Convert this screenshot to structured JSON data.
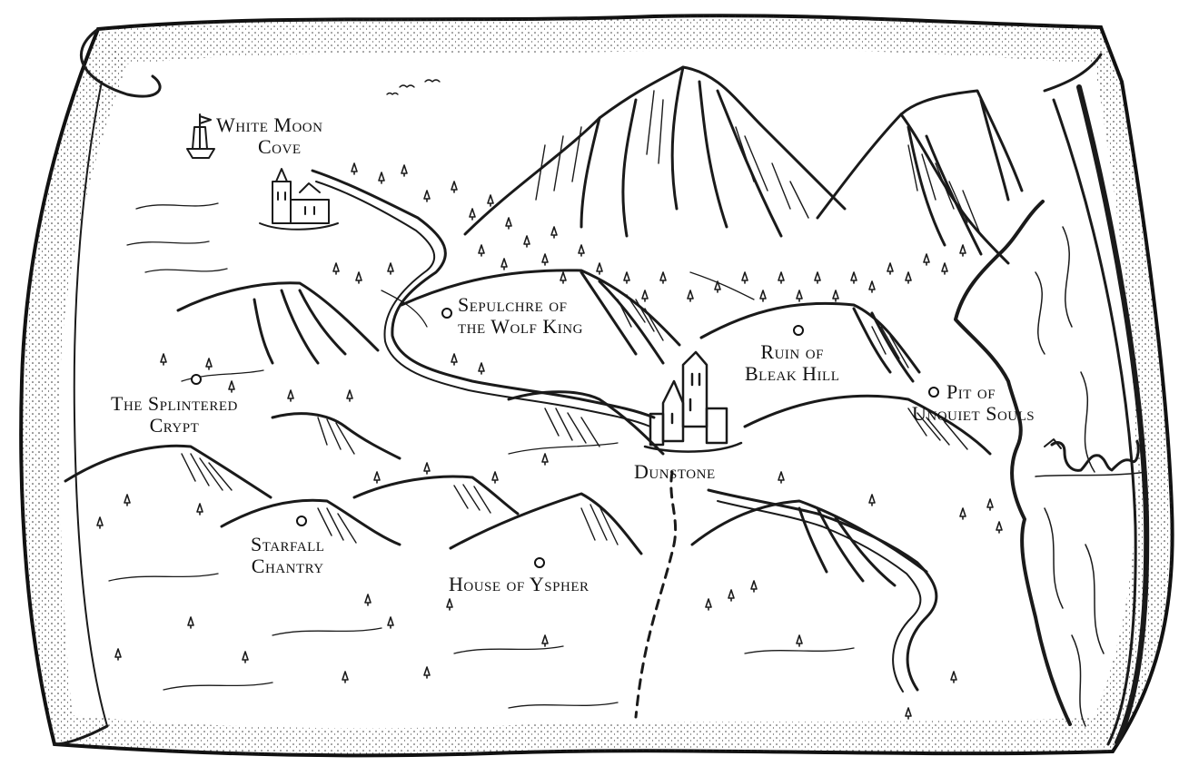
{
  "colors": {
    "ink": "#1a1a1a",
    "parchment": "#ffffff",
    "edge_stipple": "#2a2a2a"
  },
  "locations": [
    {
      "id": "white-moon-cove",
      "line1": "White Moon",
      "line2": "Cove",
      "icon": "ship-icon"
    },
    {
      "id": "sepulchre",
      "line1": "Sepulchre of",
      "line2": "the Wolf King",
      "icon": "location-marker-icon"
    },
    {
      "id": "ruin-bleak-hill",
      "line1": "Ruin of",
      "line2": "Bleak Hill",
      "icon": "location-marker-icon"
    },
    {
      "id": "pit-unquiet-souls",
      "line1": "Pit of",
      "line2": "Unquiet Souls",
      "icon": "location-marker-icon"
    },
    {
      "id": "splintered-crypt",
      "line1": "The Splintered",
      "line2": "Crypt",
      "icon": "location-marker-icon"
    },
    {
      "id": "dunstone",
      "line1": "Dunstone",
      "line2": "",
      "icon": "castle-icon"
    },
    {
      "id": "starfall-chantry",
      "line1": "Starfall",
      "line2": "Chantry",
      "icon": "location-marker-icon"
    },
    {
      "id": "house-ysypher",
      "line1": "House of Yspher",
      "line2": "",
      "icon": "location-marker-icon"
    }
  ],
  "features": [
    "mountain-range",
    "river",
    "coastline",
    "sea-serpent-icon",
    "dashed-road",
    "forest-trees"
  ]
}
